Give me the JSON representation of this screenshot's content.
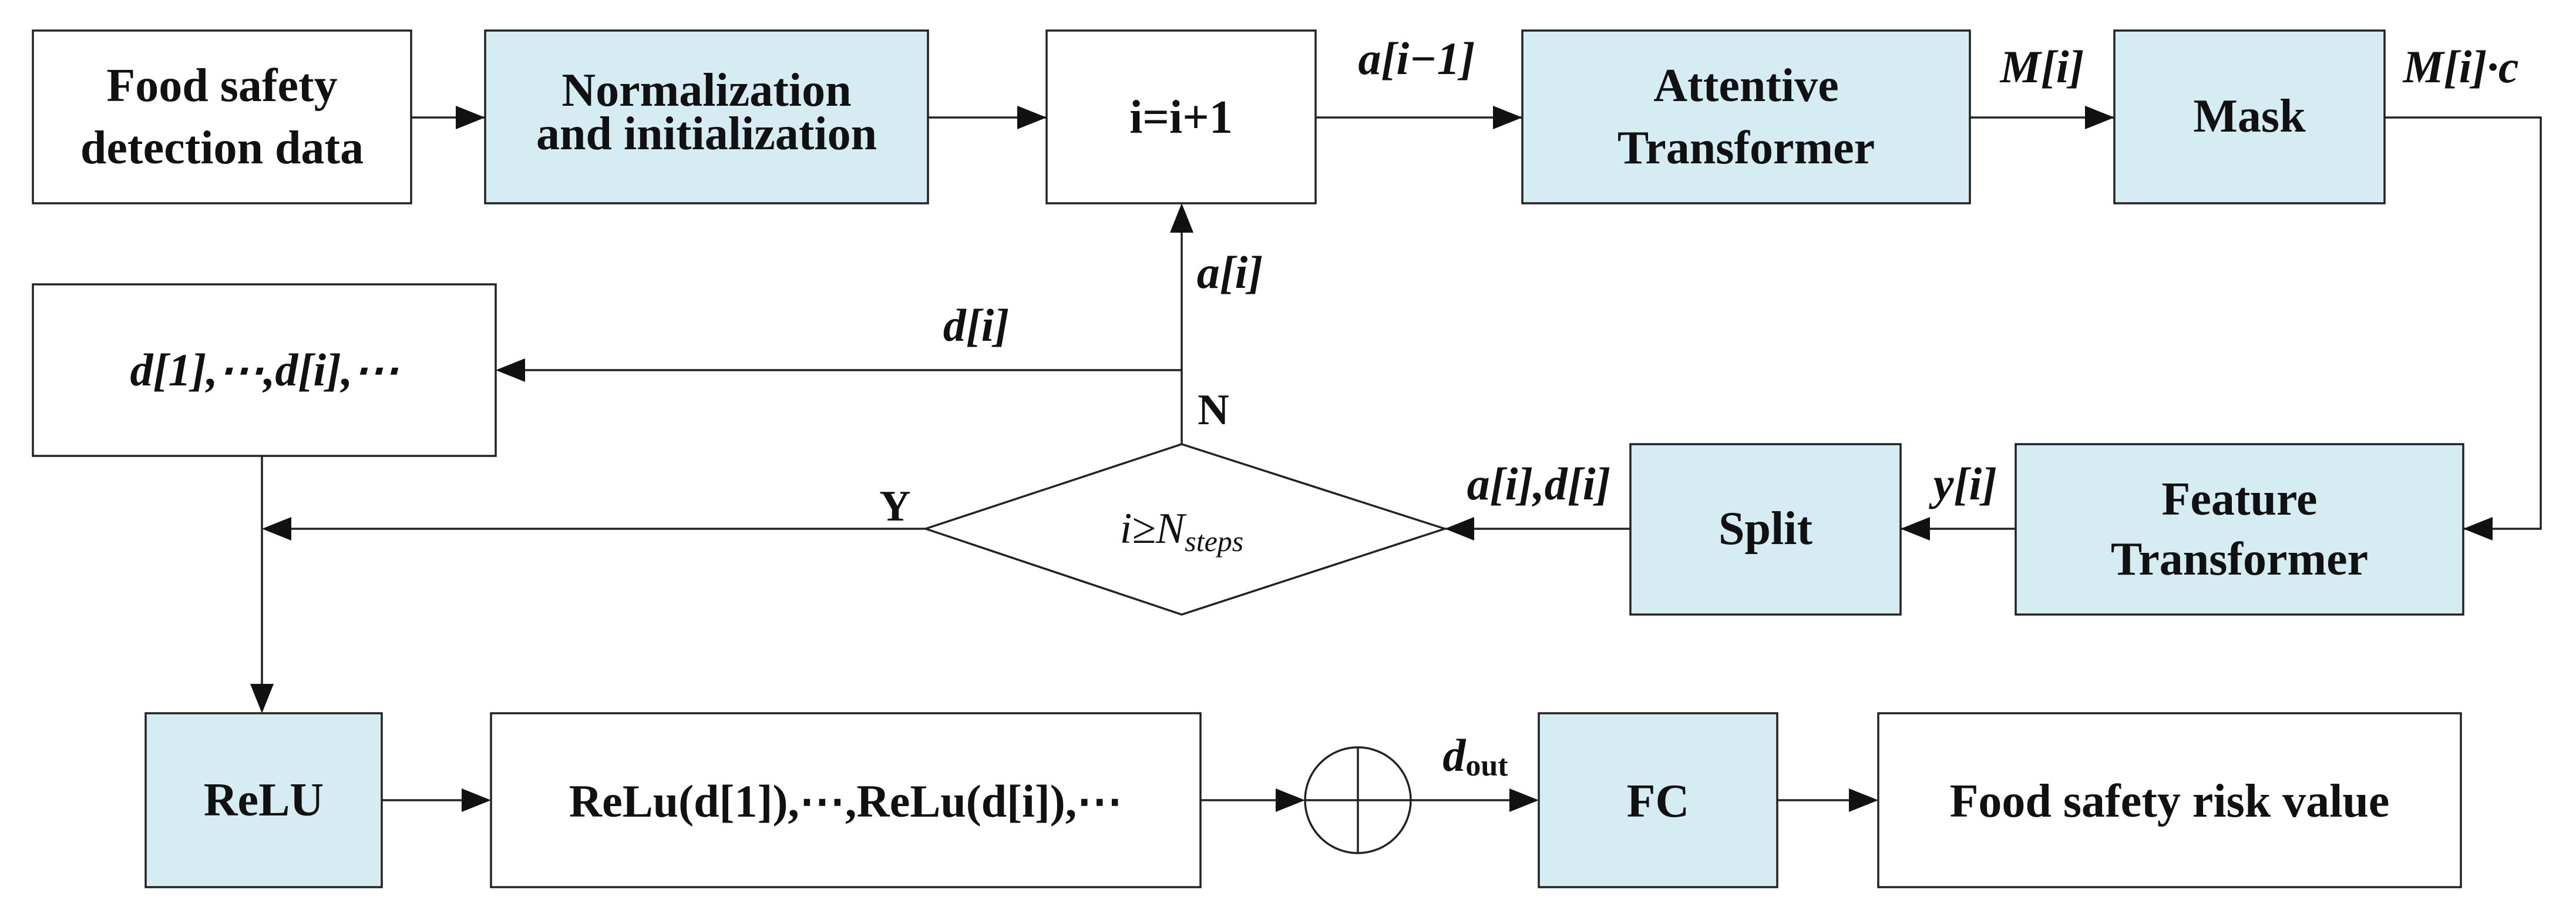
{
  "nodes": {
    "food_data": [
      "Food safety",
      "detection data"
    ],
    "normalization": [
      "Normalization",
      "and initialization"
    ],
    "increment": "i=i+1",
    "attentive": [
      "Attentive",
      "Transformer"
    ],
    "mask": "Mask",
    "d_list": "d[1],⋯,d[i],⋯",
    "decision": {
      "main": "i≥N",
      "sub": "steps"
    },
    "split": "Split",
    "feature": [
      "Feature",
      "Transformer"
    ],
    "relu": "ReLU",
    "relu_list": "ReLu(d[1]),⋯,ReLu(d[i]),⋯",
    "fc": "FC",
    "risk": "Food safety risk value"
  },
  "edges": {
    "a_prev": "a[i−1]",
    "m": "M[i]",
    "mc": "M[i]·c",
    "a": "a[i]",
    "d": "d[i]",
    "ad": "a[i],d[i]",
    "y": "y[i]",
    "d_out": "d_out",
    "no": "N",
    "yes": "Y"
  },
  "colors": {
    "tinted_fill": "#d4ecf2",
    "stroke": "#222222"
  }
}
